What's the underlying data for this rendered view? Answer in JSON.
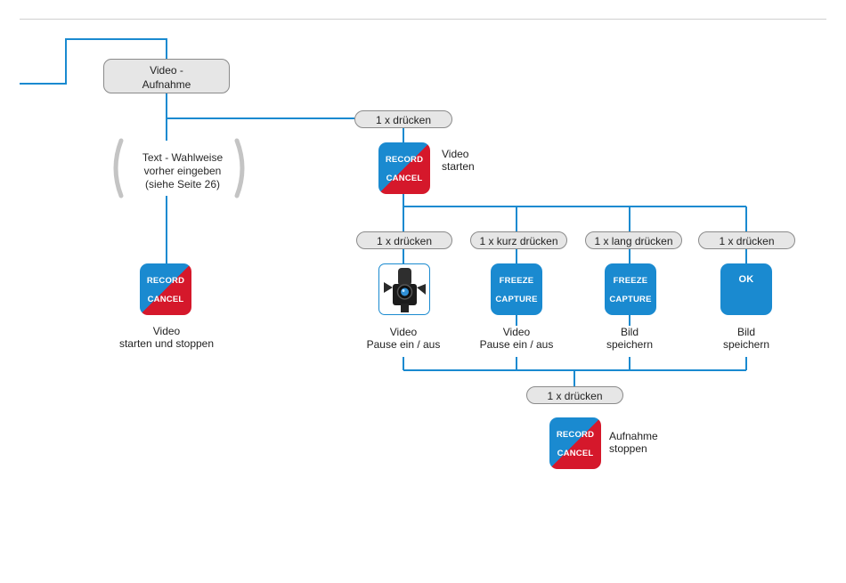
{
  "mode": {
    "line1": "Video -",
    "line2": "Aufnahme"
  },
  "note": {
    "line1": "Text - Wahlweise",
    "line2": "vorher eingeben",
    "line3": "(siehe Seite 26)"
  },
  "keys": {
    "record_label": "RECORD",
    "cancel_label": "CANCEL",
    "freeze_label": "FREEZE",
    "capture_label": "CAPTURE",
    "ok_label": "OK"
  },
  "pills": {
    "top": "1 x drücken",
    "joystick": "1 x drücken",
    "freeze_short": "1 x kurz drücken",
    "freeze_long": "1 x lang drücken",
    "ok": "1 x drücken",
    "bottom": "1 x drücken"
  },
  "captions": {
    "left_record": {
      "line1": "Video",
      "line2": "starten und stoppen"
    },
    "top_record": {
      "line1": "Video",
      "line2": "starten"
    },
    "joystick": {
      "line1": "Video",
      "line2": "Pause ein / aus"
    },
    "freeze_short": {
      "line1": "Video",
      "line2": "Pause ein / aus"
    },
    "freeze_long": {
      "line1": "Bild",
      "line2": "speichern"
    },
    "ok": {
      "line1": "Bild",
      "line2": "speichern"
    },
    "bottom_record": {
      "line1": "Aufnahme",
      "line2": "stoppen"
    }
  },
  "colors": {
    "wire": "#1a8ad0",
    "key_blue": "#1a8ad0",
    "key_red": "#d5182b",
    "pill_bg": "#e6e6e6"
  },
  "icons": {
    "joystick": "camera-joystick-icon"
  }
}
